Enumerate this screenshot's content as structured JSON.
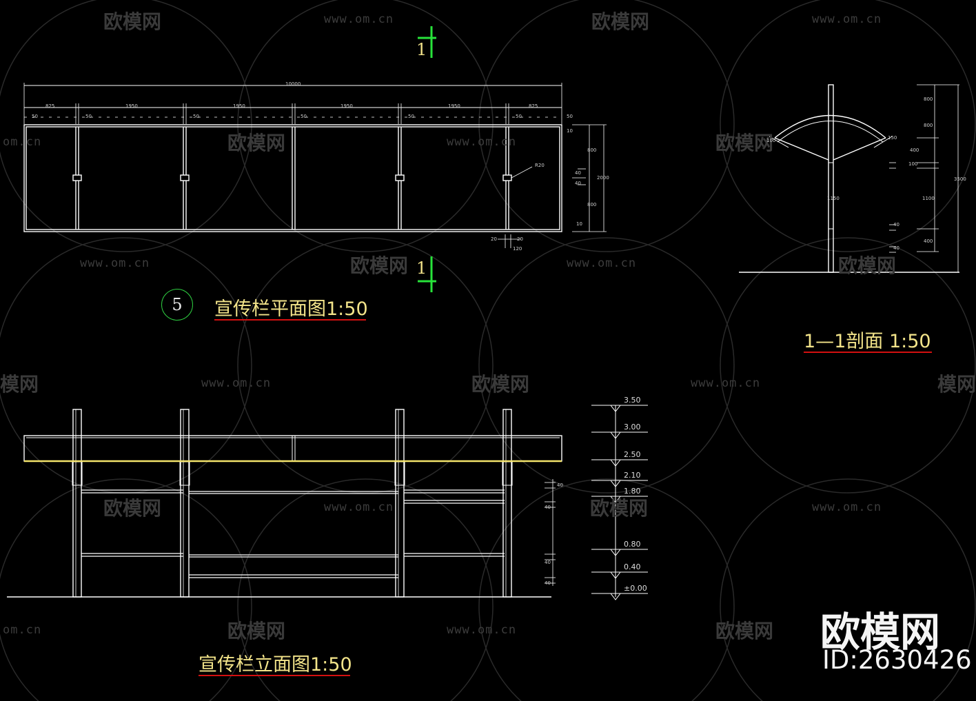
{
  "watermark": {
    "url": "www.om.cn",
    "url_cropped": "om.cn",
    "logo_text": "欧模网",
    "logo_cropped": "模网"
  },
  "plan": {
    "title": "宣传栏平面图1:50",
    "number": "5",
    "section_mark": "1",
    "dims": {
      "total": "10000",
      "seg1": "825",
      "seg2": "1950",
      "seg3": "1950",
      "seg4": "1950",
      "seg5": "1950",
      "seg6": "825",
      "post": "50",
      "radius": "R20",
      "height_total": "2000",
      "height_top": "800",
      "height_bottom": "800",
      "edge": "10",
      "mid_a": "40",
      "mid_b": "40",
      "detail_a": "20",
      "detail_b": "20",
      "detail_c": "120"
    }
  },
  "section": {
    "title": "1—1剖面   1:50",
    "dims": {
      "d1": "800",
      "d2": "800",
      "d3": "400",
      "d4": "100",
      "d5": "1100",
      "d6": "400",
      "total": "3500",
      "arc_l": "100",
      "arc_r": "150",
      "post": "1150",
      "small1": "40",
      "small2": "40"
    }
  },
  "elevation": {
    "title": "宣传栏立面图1:50",
    "levels": [
      "3.50",
      "3.00",
      "2.50",
      "2.10",
      "1.80",
      "0.80",
      "0.40",
      "±0.00"
    ],
    "dims": {
      "a": "40",
      "b": "40",
      "c": "40",
      "d": "40"
    }
  },
  "brand": {
    "logo": "欧模网",
    "id": "ID:2630426"
  },
  "colors": {
    "background": "#000000",
    "lines": "#ffffff",
    "title": "#f3e48a",
    "underline": "#d41010",
    "section_mark": "#27e33a",
    "highlight": "#f3e36a"
  }
}
